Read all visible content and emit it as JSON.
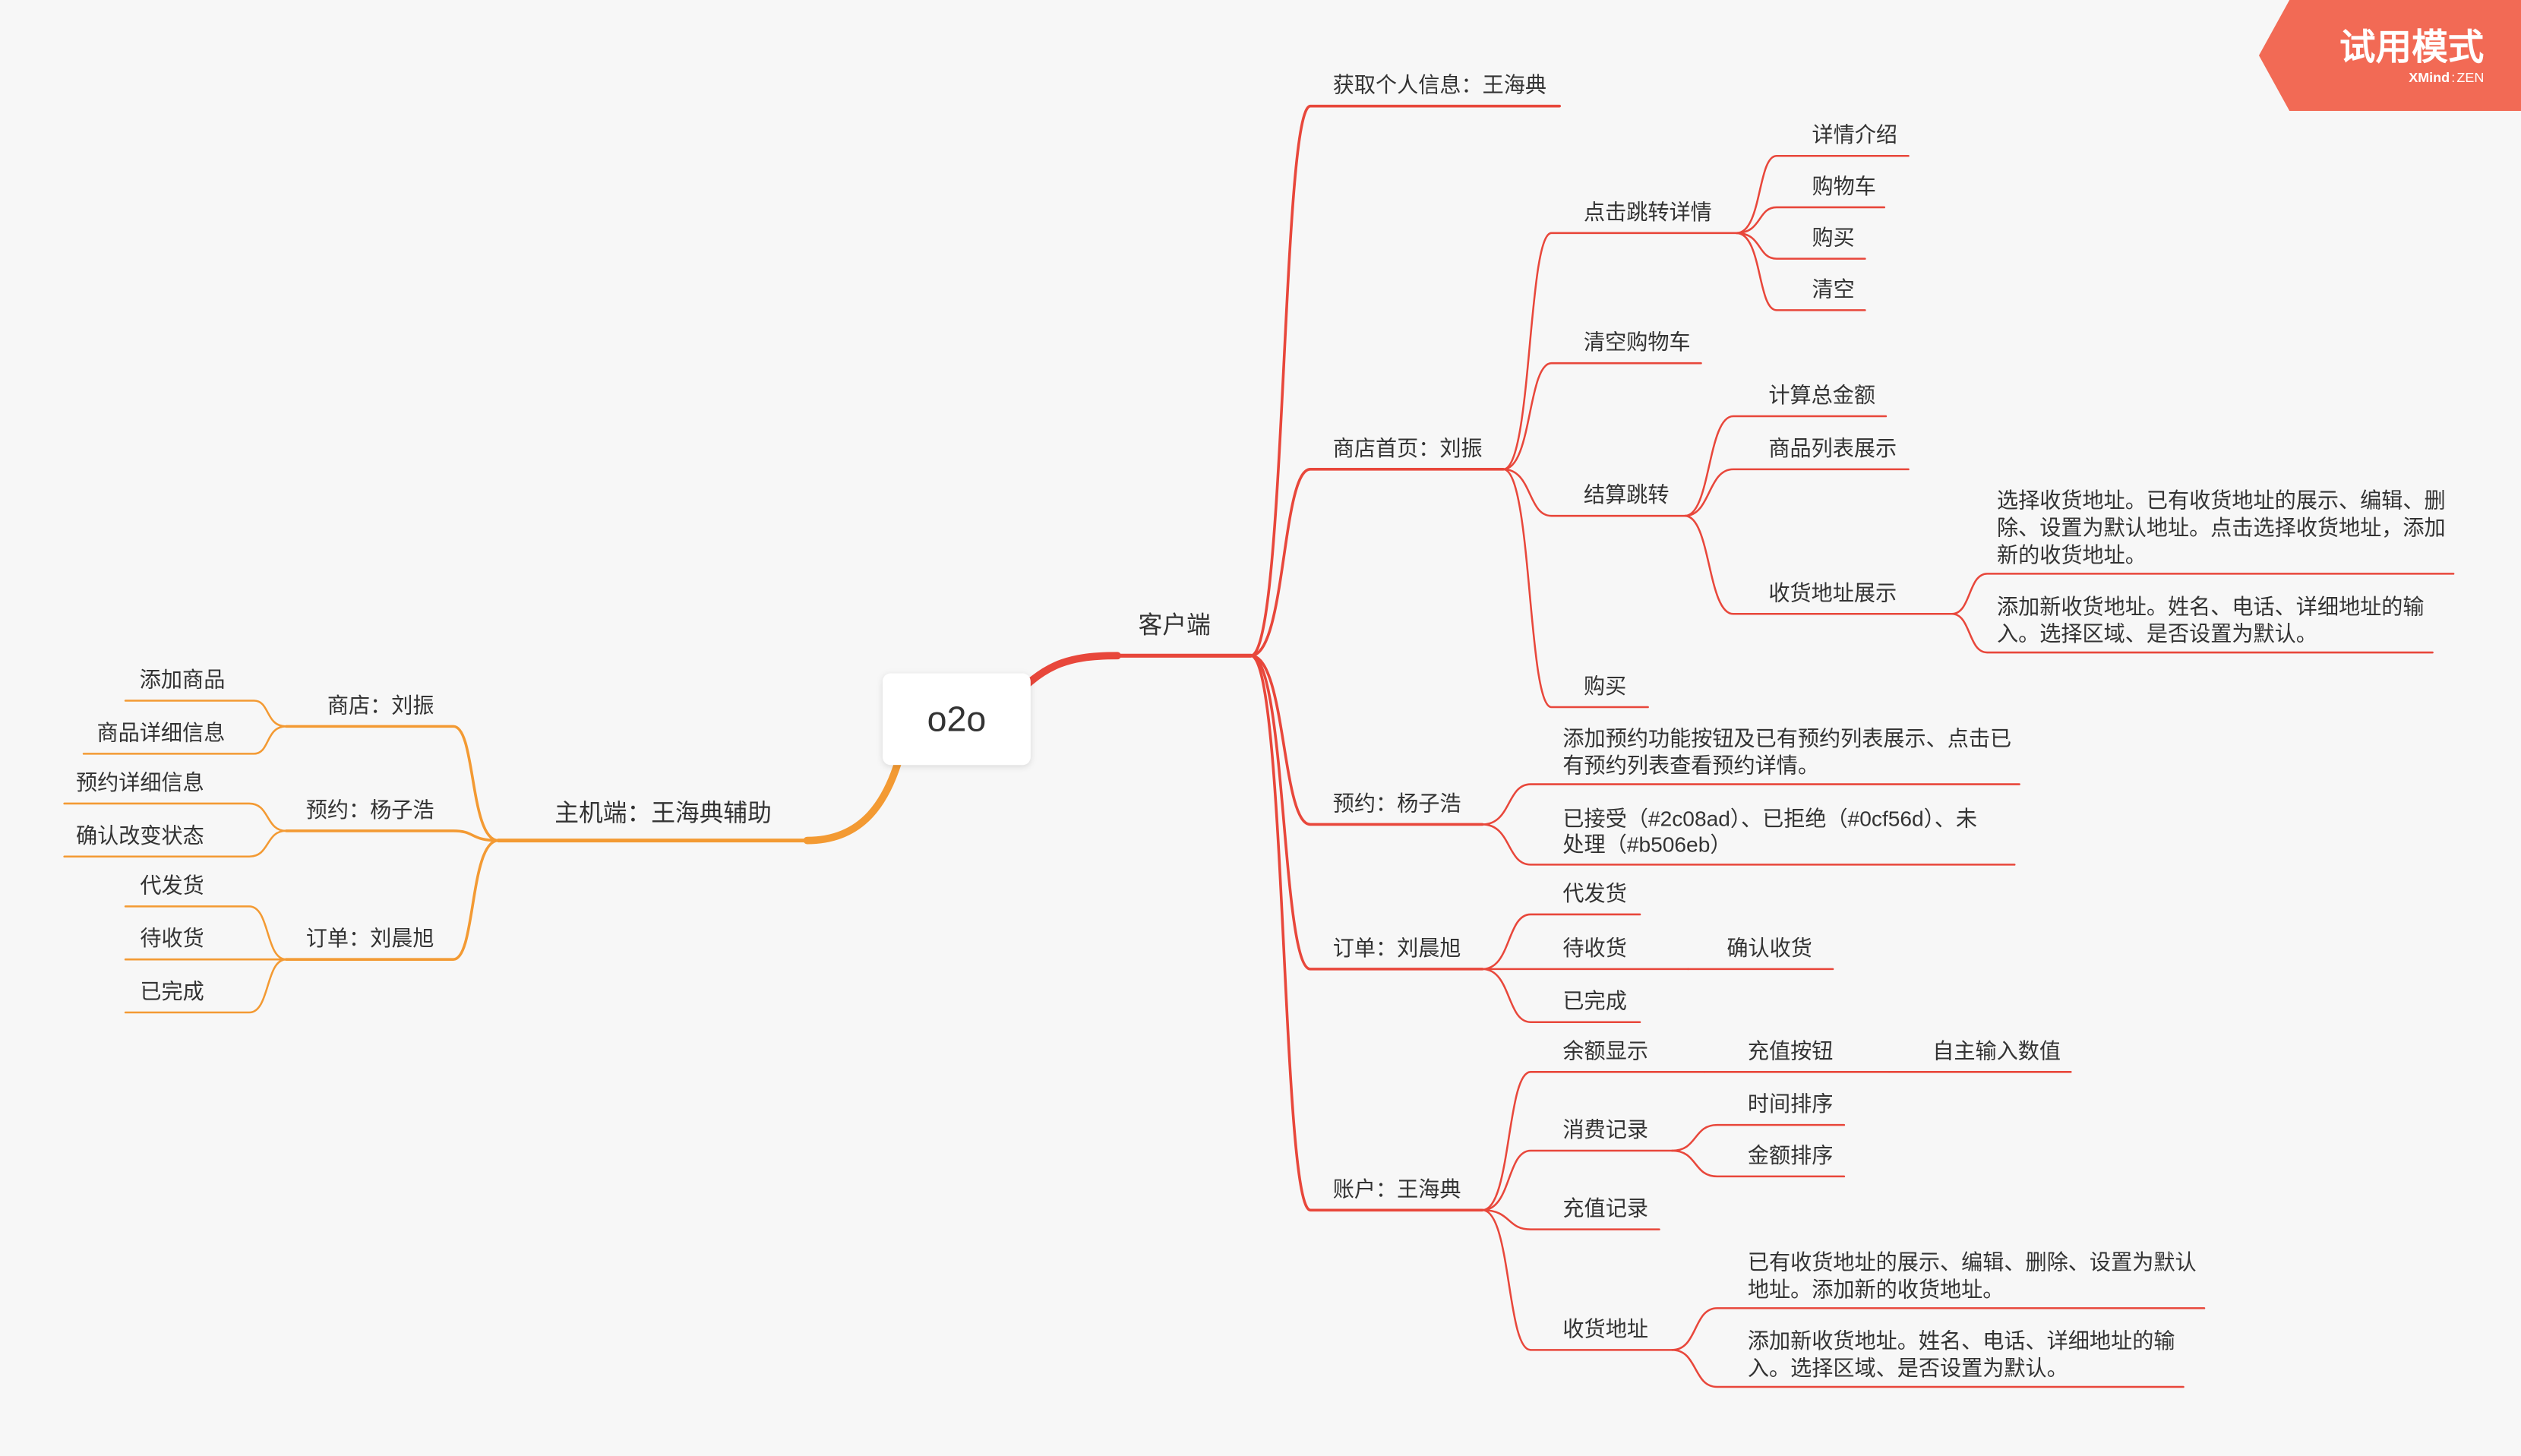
{
  "badge": {
    "label": "试用模式",
    "brand": "XMind",
    "separator": ":",
    "edition": "ZEN"
  },
  "colors": {
    "background": "#f7f7f7",
    "client_branch": "#e8473b",
    "host_branch": "#f39a33",
    "badge": "#f26a55",
    "text": "#333333",
    "root_fill": "#ffffff",
    "badge_text": "#ffffff"
  },
  "root": {
    "label": "o2o"
  },
  "client": {
    "label": "客户端",
    "profile": {
      "label": "获取个人信息：王海典"
    },
    "shop_home": {
      "label": "商店首页：刘振",
      "detail_jump": {
        "label": "点击跳转详情",
        "children": [
          "详情介绍",
          "购物车",
          "购买",
          "清空"
        ]
      },
      "clear_cart": {
        "label": "清空购物车"
      },
      "checkout_jump": {
        "label": "结算跳转",
        "total": {
          "label": "计算总金额"
        },
        "product_list": {
          "label": "商品列表展示"
        },
        "address_display": {
          "label": "收货地址展示",
          "notes": [
            {
              "lines": [
                "选择收货地址。已有收货地址的展示、编辑、删",
                "除、设置为默认地址。点击选择收货地址，添加",
                "新的收货地址。"
              ]
            },
            {
              "lines": [
                "添加新收货地址。姓名、电话、详细地址的输",
                "入。选择区域、是否设置为默认。"
              ]
            }
          ]
        }
      },
      "buy": {
        "label": "购买"
      }
    },
    "reservation": {
      "label": "预约：杨子浩",
      "notes": [
        {
          "lines": [
            "添加预约功能按钮及已有预约列表展示、点击已",
            "有预约列表查看预约详情。"
          ]
        },
        {
          "lines": [
            "已接受（#2c08ad）、已拒绝（#0cf56d）、未",
            "处理（#b506eb）"
          ]
        }
      ]
    },
    "order": {
      "label": "订单：刘晨旭",
      "pending_shipment": {
        "label": "代发货"
      },
      "awaiting_receipt": {
        "label": "待收货",
        "confirm": {
          "label": "确认收货"
        }
      },
      "completed": {
        "label": "已完成"
      }
    },
    "account": {
      "label": "账户：王海典",
      "balance": {
        "label": "余额显示",
        "recharge_button": {
          "label": "充值按钮",
          "custom_amount": {
            "label": "自主输入数值"
          }
        }
      },
      "spending": {
        "label": "消费记录",
        "children": [
          "时间排序",
          "金额排序"
        ]
      },
      "recharge_records": {
        "label": "充值记录"
      },
      "address": {
        "label": "收货地址",
        "notes": [
          {
            "lines": [
              "已有收货地址的展示、编辑、删除、设置为默认",
              "地址。添加新的收货地址。"
            ]
          },
          {
            "lines": [
              "添加新收货地址。姓名、电话、详细地址的输",
              "入。选择区域、是否设置为默认。"
            ]
          }
        ]
      }
    }
  },
  "host": {
    "label": "主机端：王海典辅助",
    "shop": {
      "label": "商店：刘振",
      "children": [
        "添加商品",
        "商品详细信息"
      ]
    },
    "reservation": {
      "label": "预约：杨子浩",
      "children": [
        "预约详细信息",
        "确认改变状态"
      ]
    },
    "order": {
      "label": "订单：刘晨旭",
      "children": [
        "代发货",
        "待收货",
        "已完成"
      ]
    }
  }
}
